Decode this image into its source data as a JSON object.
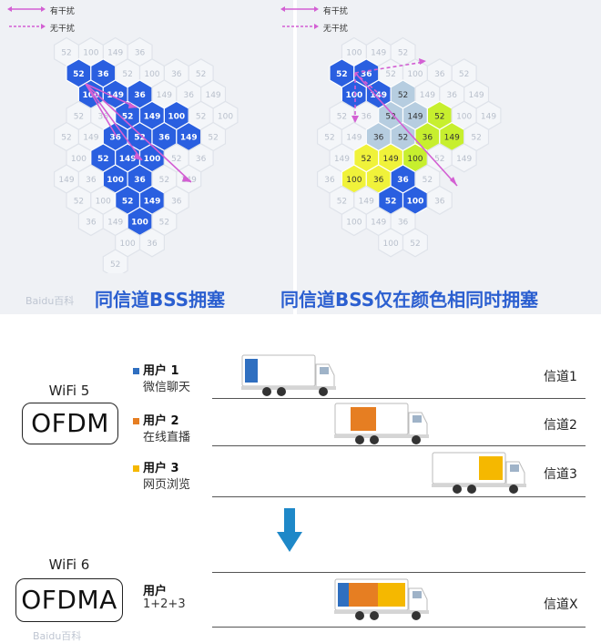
{
  "legend": {
    "interference": "有干扰",
    "no_interference": "无干扰"
  },
  "hex_left": [
    {
      "r": 0,
      "c": 2,
      "label": "149",
      "fill": "none"
    },
    {
      "r": 0,
      "c": 1,
      "label": "100",
      "fill": "none"
    },
    {
      "r": 0,
      "c": 3,
      "label": "36",
      "fill": "none"
    },
    {
      "r": 0,
      "c": 0,
      "label": "52",
      "fill": "none"
    },
    {
      "r": 1,
      "c": 0,
      "label": "52",
      "fill": "blue"
    },
    {
      "r": 1,
      "c": 1,
      "label": "36",
      "fill": "blue"
    },
    {
      "r": 1,
      "c": 2,
      "label": "52",
      "fill": "none"
    },
    {
      "r": 1,
      "c": 3,
      "label": "100",
      "fill": "none"
    },
    {
      "r": 1,
      "c": 4,
      "label": "36",
      "fill": "none"
    },
    {
      "r": 1,
      "c": 5,
      "label": "52",
      "fill": "none"
    },
    {
      "r": 2,
      "c": 1,
      "label": "100",
      "fill": "blue"
    },
    {
      "r": 2,
      "c": 2,
      "label": "149",
      "fill": "blue"
    },
    {
      "r": 2,
      "c": 3,
      "label": "36",
      "fill": "blue"
    },
    {
      "r": 2,
      "c": 4,
      "label": "149",
      "fill": "none"
    },
    {
      "r": 2,
      "c": 5,
      "label": "36",
      "fill": "none"
    },
    {
      "r": 2,
      "c": 6,
      "label": "149",
      "fill": "none"
    },
    {
      "r": 3,
      "c": 0,
      "label": "52",
      "fill": "none"
    },
    {
      "r": 3,
      "c": 1,
      "label": "36",
      "fill": "none"
    },
    {
      "r": 3,
      "c": 2,
      "label": "52",
      "fill": "blue"
    },
    {
      "r": 3,
      "c": 3,
      "label": "149",
      "fill": "blue"
    },
    {
      "r": 3,
      "c": 4,
      "label": "100",
      "fill": "blue"
    },
    {
      "r": 3,
      "c": 5,
      "label": "52",
      "fill": "none"
    },
    {
      "r": 3,
      "c": 6,
      "label": "100",
      "fill": "none"
    },
    {
      "r": 4,
      "c": 0,
      "label": "52",
      "fill": "none"
    },
    {
      "r": 4,
      "c": 1,
      "label": "149",
      "fill": "none"
    },
    {
      "r": 4,
      "c": 2,
      "label": "36",
      "fill": "blue"
    },
    {
      "r": 4,
      "c": 3,
      "label": "52",
      "fill": "blue"
    },
    {
      "r": 4,
      "c": 4,
      "label": "36",
      "fill": "blue"
    },
    {
      "r": 4,
      "c": 5,
      "label": "149",
      "fill": "blue"
    },
    {
      "r": 4,
      "c": 6,
      "label": "52",
      "fill": "none"
    },
    {
      "r": 5,
      "c": 0,
      "label": "100",
      "fill": "none"
    },
    {
      "r": 5,
      "c": 1,
      "label": "52",
      "fill": "blue"
    },
    {
      "r": 5,
      "c": 2,
      "label": "149",
      "fill": "blue"
    },
    {
      "r": 5,
      "c": 3,
      "label": "100",
      "fill": "blue"
    },
    {
      "r": 5,
      "c": 4,
      "label": "52",
      "fill": "none"
    },
    {
      "r": 5,
      "c": 5,
      "label": "36",
      "fill": "none"
    },
    {
      "r": 6,
      "c": 0,
      "label": "149",
      "fill": "none"
    },
    {
      "r": 6,
      "c": 1,
      "label": "36",
      "fill": "none"
    },
    {
      "r": 6,
      "c": 2,
      "label": "100",
      "fill": "blue"
    },
    {
      "r": 6,
      "c": 3,
      "label": "36",
      "fill": "blue"
    },
    {
      "r": 6,
      "c": 4,
      "label": "52",
      "fill": "none"
    },
    {
      "r": 6,
      "c": 5,
      "label": "149",
      "fill": "none"
    },
    {
      "r": 7,
      "c": 0,
      "label": "52",
      "fill": "none"
    },
    {
      "r": 7,
      "c": 1,
      "label": "100",
      "fill": "none"
    },
    {
      "r": 7,
      "c": 2,
      "label": "52",
      "fill": "blue"
    },
    {
      "r": 7,
      "c": 3,
      "label": "149",
      "fill": "blue"
    },
    {
      "r": 7,
      "c": 4,
      "label": "36",
      "fill": "none"
    },
    {
      "r": 8,
      "c": 1,
      "label": "36",
      "fill": "none"
    },
    {
      "r": 8,
      "c": 2,
      "label": "149",
      "fill": "none"
    },
    {
      "r": 8,
      "c": 3,
      "label": "100",
      "fill": "blue"
    },
    {
      "r": 8,
      "c": 4,
      "label": "52",
      "fill": "none"
    },
    {
      "r": 9,
      "c": 2,
      "label": "100",
      "fill": "none"
    },
    {
      "r": 9,
      "c": 3,
      "label": "36",
      "fill": "none"
    },
    {
      "r": 10,
      "c": 2,
      "label": "52",
      "fill": "none"
    }
  ],
  "hex_right": [
    {
      "r": 0,
      "c": 2,
      "label": "149",
      "fill": "none"
    },
    {
      "r": 0,
      "c": 1,
      "label": "100",
      "fill": "none"
    },
    {
      "r": 0,
      "c": 3,
      "label": "52",
      "fill": "none"
    },
    {
      "r": 1,
      "c": 0,
      "label": "52",
      "fill": "blue"
    },
    {
      "r": 1,
      "c": 1,
      "label": "36",
      "fill": "blue"
    },
    {
      "r": 1,
      "c": 2,
      "label": "52",
      "fill": "none"
    },
    {
      "r": 1,
      "c": 3,
      "label": "100",
      "fill": "none"
    },
    {
      "r": 1,
      "c": 4,
      "label": "36",
      "fill": "none"
    },
    {
      "r": 1,
      "c": 5,
      "label": "52",
      "fill": "none"
    },
    {
      "r": 2,
      "c": 1,
      "label": "100",
      "fill": "blue"
    },
    {
      "r": 2,
      "c": 2,
      "label": "149",
      "fill": "blue"
    },
    {
      "r": 2,
      "c": 3,
      "label": "52",
      "fill": "lightblue"
    },
    {
      "r": 2,
      "c": 4,
      "label": "149",
      "fill": "none"
    },
    {
      "r": 2,
      "c": 5,
      "label": "36",
      "fill": "none"
    },
    {
      "r": 2,
      "c": 6,
      "label": "149",
      "fill": "none"
    },
    {
      "r": 3,
      "c": 0,
      "label": "52",
      "fill": "none"
    },
    {
      "r": 3,
      "c": 1,
      "label": "36",
      "fill": "none"
    },
    {
      "r": 3,
      "c": 2,
      "label": "52",
      "fill": "lightblue"
    },
    {
      "r": 3,
      "c": 3,
      "label": "149",
      "fill": "lightblue"
    },
    {
      "r": 3,
      "c": 4,
      "label": "52",
      "fill": "green"
    },
    {
      "r": 3,
      "c": 5,
      "label": "100",
      "fill": "none"
    },
    {
      "r": 3,
      "c": 6,
      "label": "149",
      "fill": "none"
    },
    {
      "r": 4,
      "c": 0,
      "label": "52",
      "fill": "none"
    },
    {
      "r": 4,
      "c": 1,
      "label": "149",
      "fill": "none"
    },
    {
      "r": 4,
      "c": 2,
      "label": "36",
      "fill": "lightblue"
    },
    {
      "r": 4,
      "c": 3,
      "label": "52",
      "fill": "lightblue"
    },
    {
      "r": 4,
      "c": 4,
      "label": "36",
      "fill": "green"
    },
    {
      "r": 4,
      "c": 5,
      "label": "149",
      "fill": "green"
    },
    {
      "r": 4,
      "c": 6,
      "label": "52",
      "fill": "none"
    },
    {
      "r": 5,
      "c": 0,
      "label": "149",
      "fill": "none"
    },
    {
      "r": 5,
      "c": 1,
      "label": "52",
      "fill": "yellow"
    },
    {
      "r": 5,
      "c": 2,
      "label": "149",
      "fill": "yellow"
    },
    {
      "r": 5,
      "c": 3,
      "label": "100",
      "fill": "green"
    },
    {
      "r": 5,
      "c": 4,
      "label": "52",
      "fill": "none"
    },
    {
      "r": 5,
      "c": 5,
      "label": "149",
      "fill": "none"
    },
    {
      "r": 6,
      "c": 0,
      "label": "36",
      "fill": "none"
    },
    {
      "r": 6,
      "c": 1,
      "label": "100",
      "fill": "yellow"
    },
    {
      "r": 6,
      "c": 2,
      "label": "36",
      "fill": "yellow"
    },
    {
      "r": 6,
      "c": 3,
      "label": "36",
      "fill": "blue"
    },
    {
      "r": 6,
      "c": 4,
      "label": "52",
      "fill": "none"
    },
    {
      "r": 7,
      "c": 0,
      "label": "52",
      "fill": "none"
    },
    {
      "r": 7,
      "c": 1,
      "label": "149",
      "fill": "none"
    },
    {
      "r": 7,
      "c": 2,
      "label": "52",
      "fill": "blue"
    },
    {
      "r": 7,
      "c": 3,
      "label": "100",
      "fill": "blue"
    },
    {
      "r": 7,
      "c": 4,
      "label": "36",
      "fill": "none"
    },
    {
      "r": 8,
      "c": 1,
      "label": "100",
      "fill": "none"
    },
    {
      "r": 8,
      "c": 2,
      "label": "149",
      "fill": "none"
    },
    {
      "r": 8,
      "c": 3,
      "label": "36",
      "fill": "none"
    },
    {
      "r": 9,
      "c": 2,
      "label": "100",
      "fill": "none"
    },
    {
      "r": 9,
      "c": 3,
      "label": "52",
      "fill": "none"
    }
  ],
  "captions": {
    "left": "同信道BSS拥塞",
    "right": "同信道BSS仅在颜色相同时拥塞"
  },
  "watermark": "Baidu百科",
  "ofdm": {
    "wifi_label": "WiFi 5",
    "badge": "OFDM",
    "users": [
      {
        "title": "用户 1",
        "desc": "微信聊天",
        "color": "#2f6fc0",
        "channel": "信道1"
      },
      {
        "title": "用户 2",
        "desc": "在线直播",
        "color": "#e67e22",
        "channel": "信道2"
      },
      {
        "title": "用户 3",
        "desc": "网页浏览",
        "color": "#f5b800",
        "channel": "信道3"
      }
    ]
  },
  "arrow_color": "#1e88c8",
  "ofdma": {
    "wifi_label": "WiFi 6",
    "badge": "OFDMA",
    "user_title": "用户",
    "user_desc": "1+2+3",
    "channel": "信道X",
    "cargo_colors": [
      "#2f6fc0",
      "#e67e22",
      "#f5b800"
    ]
  },
  "colors": {
    "blue": "#2a5fe0",
    "lightblue": "#b6cde0",
    "green": "#c7ef2e",
    "yellow": "#f0f23a",
    "caption": "#2b5fd0",
    "interference": "#d35fd3"
  }
}
